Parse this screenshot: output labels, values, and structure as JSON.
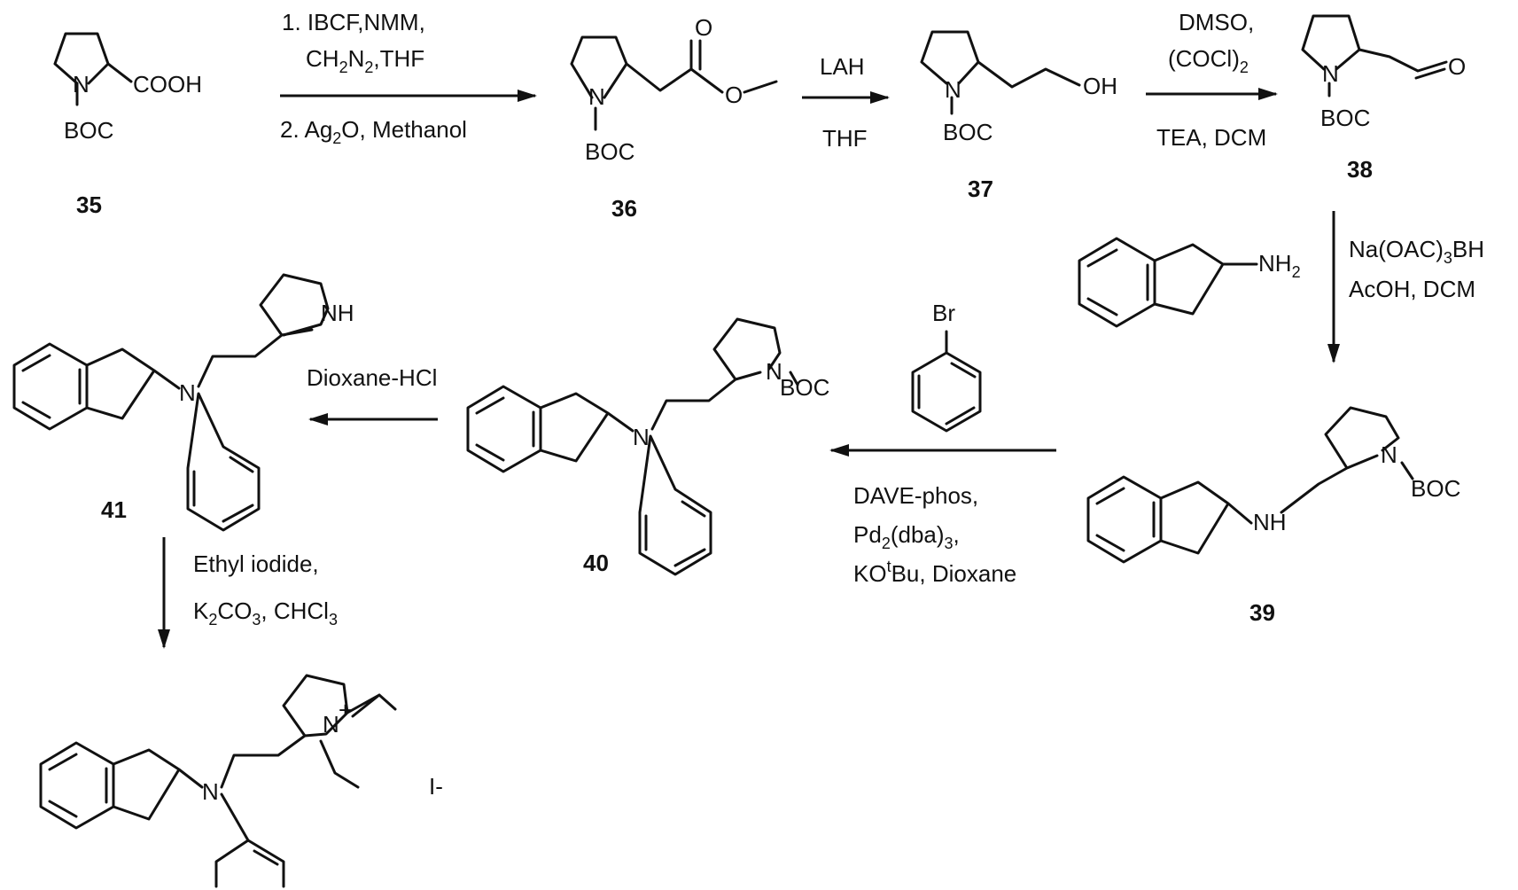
{
  "compounds": {
    "c35": {
      "number": "35",
      "acid": "COOH",
      "n": "N",
      "boc": "BOC"
    },
    "c36": {
      "number": "36",
      "n": "N",
      "boc": "BOC",
      "o1": "O",
      "o2": "O"
    },
    "c37": {
      "number": "37",
      "n": "N",
      "boc": "BOC",
      "oh": "OH"
    },
    "c38": {
      "number": "38",
      "n": "N",
      "boc": "BOC",
      "o": "O"
    },
    "c39": {
      "number": "39",
      "n": "N",
      "boc": "BOC",
      "nh": "NH"
    },
    "c40": {
      "number": "40",
      "n": "N",
      "boc": "BOC",
      "amine": "N"
    },
    "c41": {
      "number": "41",
      "nh": "NH",
      "amine": "N"
    },
    "c42": {
      "nplus": "N",
      "plus": "+",
      "amine": "N",
      "counterion": "I-"
    },
    "aminoindane": {
      "nh2": "NH",
      "sub2": "2"
    },
    "bromobenzene": {
      "br": "Br"
    }
  },
  "steps": {
    "s1": {
      "line1": "1. IBCF,NMM,",
      "line2_a": "CH",
      "line2_b": "2",
      "line2_c": "N",
      "line2_d": "2",
      "line2_e": ",THF",
      "line3_a": "2. Ag",
      "line3_b": "2",
      "line3_c": "O, Methanol"
    },
    "s2": {
      "top": "LAH",
      "bottom": "THF"
    },
    "s3": {
      "top1": "DMSO,",
      "top2_a": "(COCl)",
      "top2_b": "2",
      "bottom": "TEA, DCM"
    },
    "s4": {
      "line1_a": "Na(OAC)",
      "line1_b": "3",
      "line1_c": "BH",
      "line2": "AcOH, DCM"
    },
    "s5": {
      "line1": "DAVE-phos,",
      "line2_a": "Pd",
      "line2_b": "2",
      "line2_c": "(dba)",
      "line2_d": "3",
      "line2_e": ",",
      "line3_a": "KO",
      "line3_b": "t",
      "line3_c": "Bu, Dioxane"
    },
    "s6": {
      "label": "Dioxane-HCl"
    },
    "s7": {
      "line1": "Ethyl iodide,",
      "line2_a": "K",
      "line2_b": "2",
      "line2_c": "CO",
      "line2_d": "3",
      "line2_e": ", CHCl",
      "line2_f": "3"
    }
  }
}
